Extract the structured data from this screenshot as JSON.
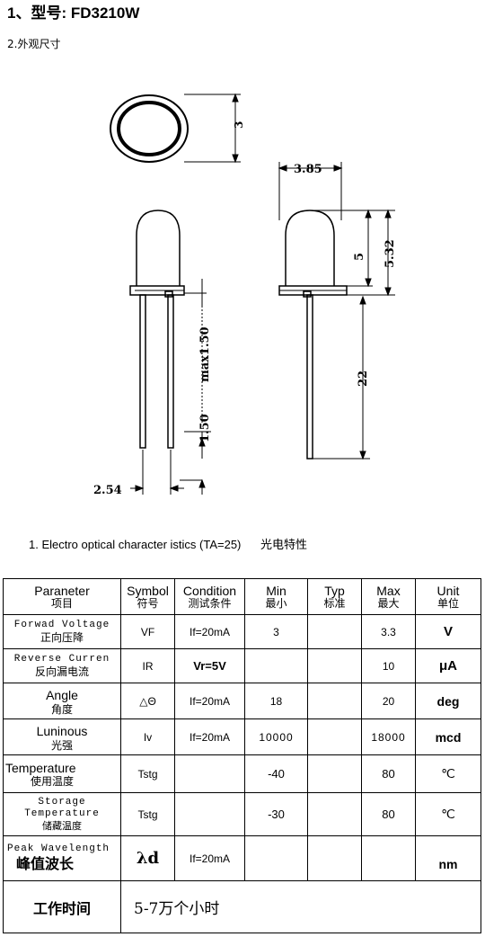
{
  "header": {
    "title_number": "1、",
    "title": "型号: FD3210W",
    "subtitle": "2.外观尺寸"
  },
  "drawing": {
    "dims": {
      "top_diameter": "3",
      "flange_width": "3.85",
      "dome_height": "5",
      "total_height": "5.32",
      "lead_min": "max1.50",
      "lead_step": "1.50",
      "lead_length": "22",
      "pitch": "2.54"
    }
  },
  "section": {
    "heading": "1. Electro optical character istics (TA=25)",
    "heading_cn": "光电特性"
  },
  "table": {
    "header": {
      "parameter": "Paraneter",
      "parameter_cn": "项目",
      "symbol": "Symbol",
      "symbol_cn": "符号",
      "condition": "Condition",
      "condition_cn": "测试条件",
      "min": "Min",
      "min_cn": "最小",
      "typ": "Typ",
      "typ_cn": "标准",
      "max": "Max",
      "max_cn": "最大",
      "unit": "Unit",
      "unit_cn": "单位"
    },
    "rows": [
      {
        "param": "Forwad Voltage",
        "param_cn": "正向压降",
        "symbol": "VF",
        "condition": "If=20mA",
        "min": "3",
        "typ": "",
        "max": "3.3",
        "unit": "V"
      },
      {
        "param": "Reverse Curren",
        "param_cn": "反向漏电流",
        "symbol": "IR",
        "condition": "Vr=5V",
        "min": "",
        "typ": "",
        "max": "10",
        "unit": "μA"
      },
      {
        "param": "Angle",
        "param_cn": "角度",
        "symbol": "△Θ",
        "condition": "If=20mA",
        "min": "18",
        "typ": "",
        "max": "20",
        "unit": "deg"
      },
      {
        "param": "Luninous",
        "param_cn": "光强",
        "symbol": "Iv",
        "condition": "If=20mA",
        "min": "10000",
        "typ": "",
        "max": "18000",
        "unit": "mcd"
      },
      {
        "param": "Temperature",
        "param_cn": "使用温度",
        "symbol": "Tstg",
        "condition": "",
        "min": "-40",
        "typ": "",
        "max": "80",
        "unit": "℃"
      },
      {
        "param": "Storage Temperature",
        "param_cn": "储藏温度",
        "symbol": "Tstg",
        "condition": "",
        "min": "-30",
        "typ": "",
        "max": "80",
        "unit": "℃"
      },
      {
        "param": "Peak Wavelength",
        "param_cn": "峰值波长",
        "symbol": "λd",
        "condition": "If=20mA",
        "min": "",
        "typ": "",
        "max": "",
        "unit": "nm"
      }
    ],
    "life": {
      "label": "工作时间",
      "value": "5-7万个小时"
    }
  }
}
